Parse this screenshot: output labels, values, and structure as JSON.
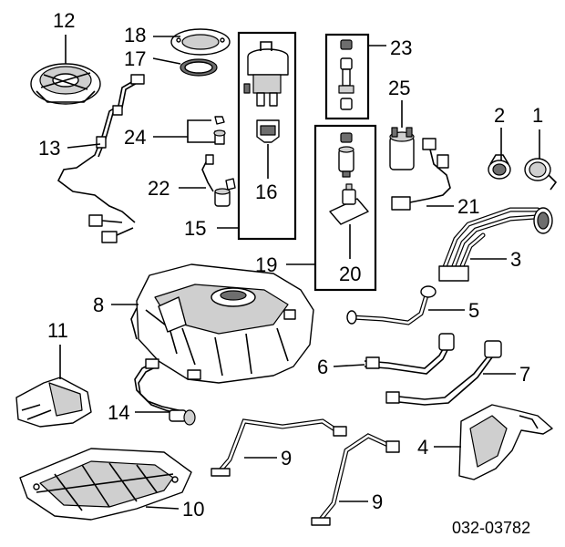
{
  "diagram": {
    "code": "032-03782",
    "callouts": {
      "c1": "1",
      "c2": "2",
      "c3": "3",
      "c4": "4",
      "c5": "5",
      "c6": "6",
      "c7": "7",
      "c8": "8",
      "c9a": "9",
      "c9b": "9",
      "c10": "10",
      "c11": "11",
      "c12": "12",
      "c13": "13",
      "c14": "14",
      "c15": "15",
      "c16": "16",
      "c17": "17",
      "c18": "18",
      "c19": "19",
      "c20": "20",
      "c21": "21",
      "c22": "22",
      "c23": "23",
      "c24": "24",
      "c25": "25"
    }
  }
}
